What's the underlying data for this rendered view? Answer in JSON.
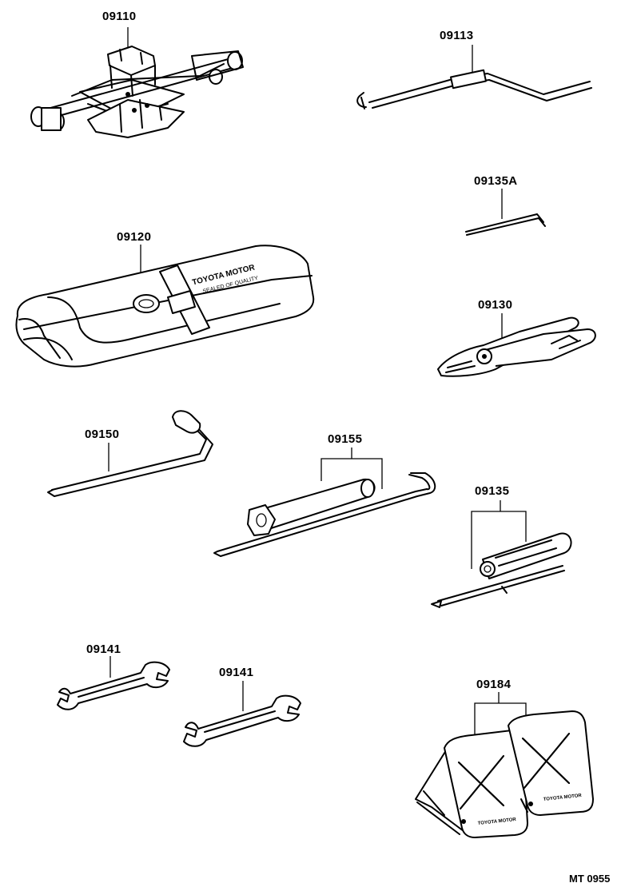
{
  "parts": [
    {
      "id": "jack",
      "label": "09110"
    },
    {
      "id": "jack-handle",
      "label": "09113"
    },
    {
      "id": "small-wrench",
      "label": "09135A"
    },
    {
      "id": "tool-bag",
      "label": "09120"
    },
    {
      "id": "pliers",
      "label": "09130"
    },
    {
      "id": "wheel-nut-wrench",
      "label": "09150"
    },
    {
      "id": "plug-wrench",
      "label": "09155"
    },
    {
      "id": "screwdriver",
      "label": "09135"
    },
    {
      "id": "open-end-wrench-1",
      "label": "09141"
    },
    {
      "id": "open-end-wrench-2",
      "label": "09141"
    },
    {
      "id": "wheel-chocks",
      "label": "09184"
    }
  ],
  "bag_text": {
    "brand": "TOYOTA MOTOR",
    "sub": "SEALED OF QUALITY"
  },
  "chock_text": {
    "brand": "TOYOTA MOTOR"
  },
  "drawing_code": "MT 0955"
}
